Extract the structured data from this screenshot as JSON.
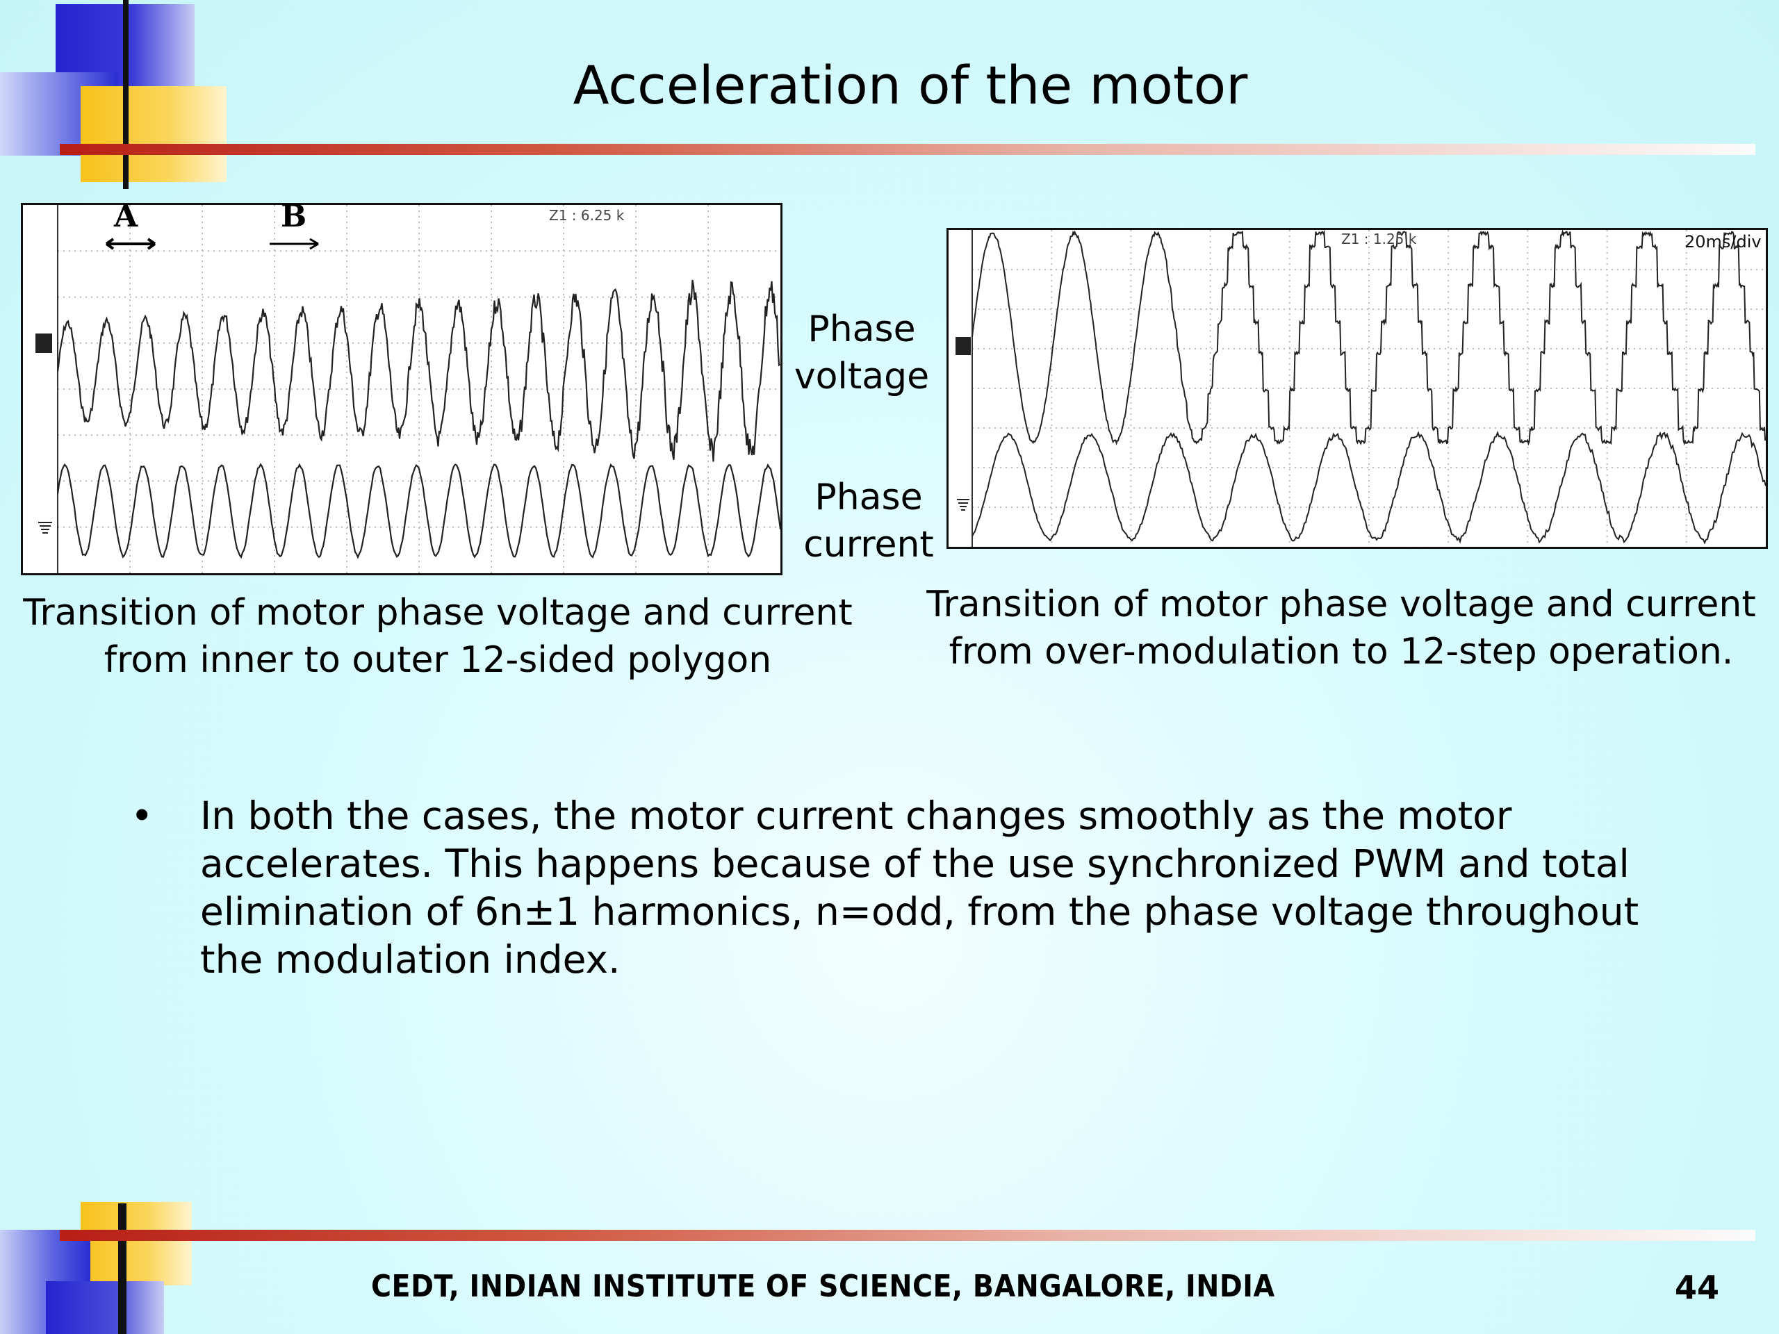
{
  "slide": {
    "title": "Acceleration of the motor",
    "page_number": "44",
    "footer": "CEDT, INDIAN INSTITUTE OF SCIENCE, BANGALORE, INDIA"
  },
  "figures": {
    "left": {
      "marker_a": "A",
      "marker_b": "B",
      "zoom_label": "Z1 : 6.25 k",
      "caption_line1": "Transition of motor phase voltage and current",
      "caption_line2": "from inner to outer 12-sided polygon"
    },
    "middle_labels": {
      "voltage_line1": "Phase",
      "voltage_line2": "voltage",
      "current_line1": "Phase",
      "current_line2": "current"
    },
    "right": {
      "zoom_label": "Z1 : 1.25 k",
      "timebase_label": "20ms/div",
      "caption_line1": "Transition of motor phase voltage and current",
      "caption_line2": "from over-modulation to 12-step operation."
    }
  },
  "bullets": [
    {
      "symbol": "•",
      "lines": [
        "In both the cases, the motor current changes smoothly as the motor",
        "accelerates. This happens because of the use synchronized PWM and total",
        "elimination of 6n±1 harmonics, n=odd, from the phase voltage throughout",
        "the modulation index."
      ]
    }
  ],
  "theme": {
    "background": "#c6f5f8",
    "rule_color": "#b81f16",
    "block_blue": "#2b2fd6",
    "block_yellow": "#f5c518"
  }
}
